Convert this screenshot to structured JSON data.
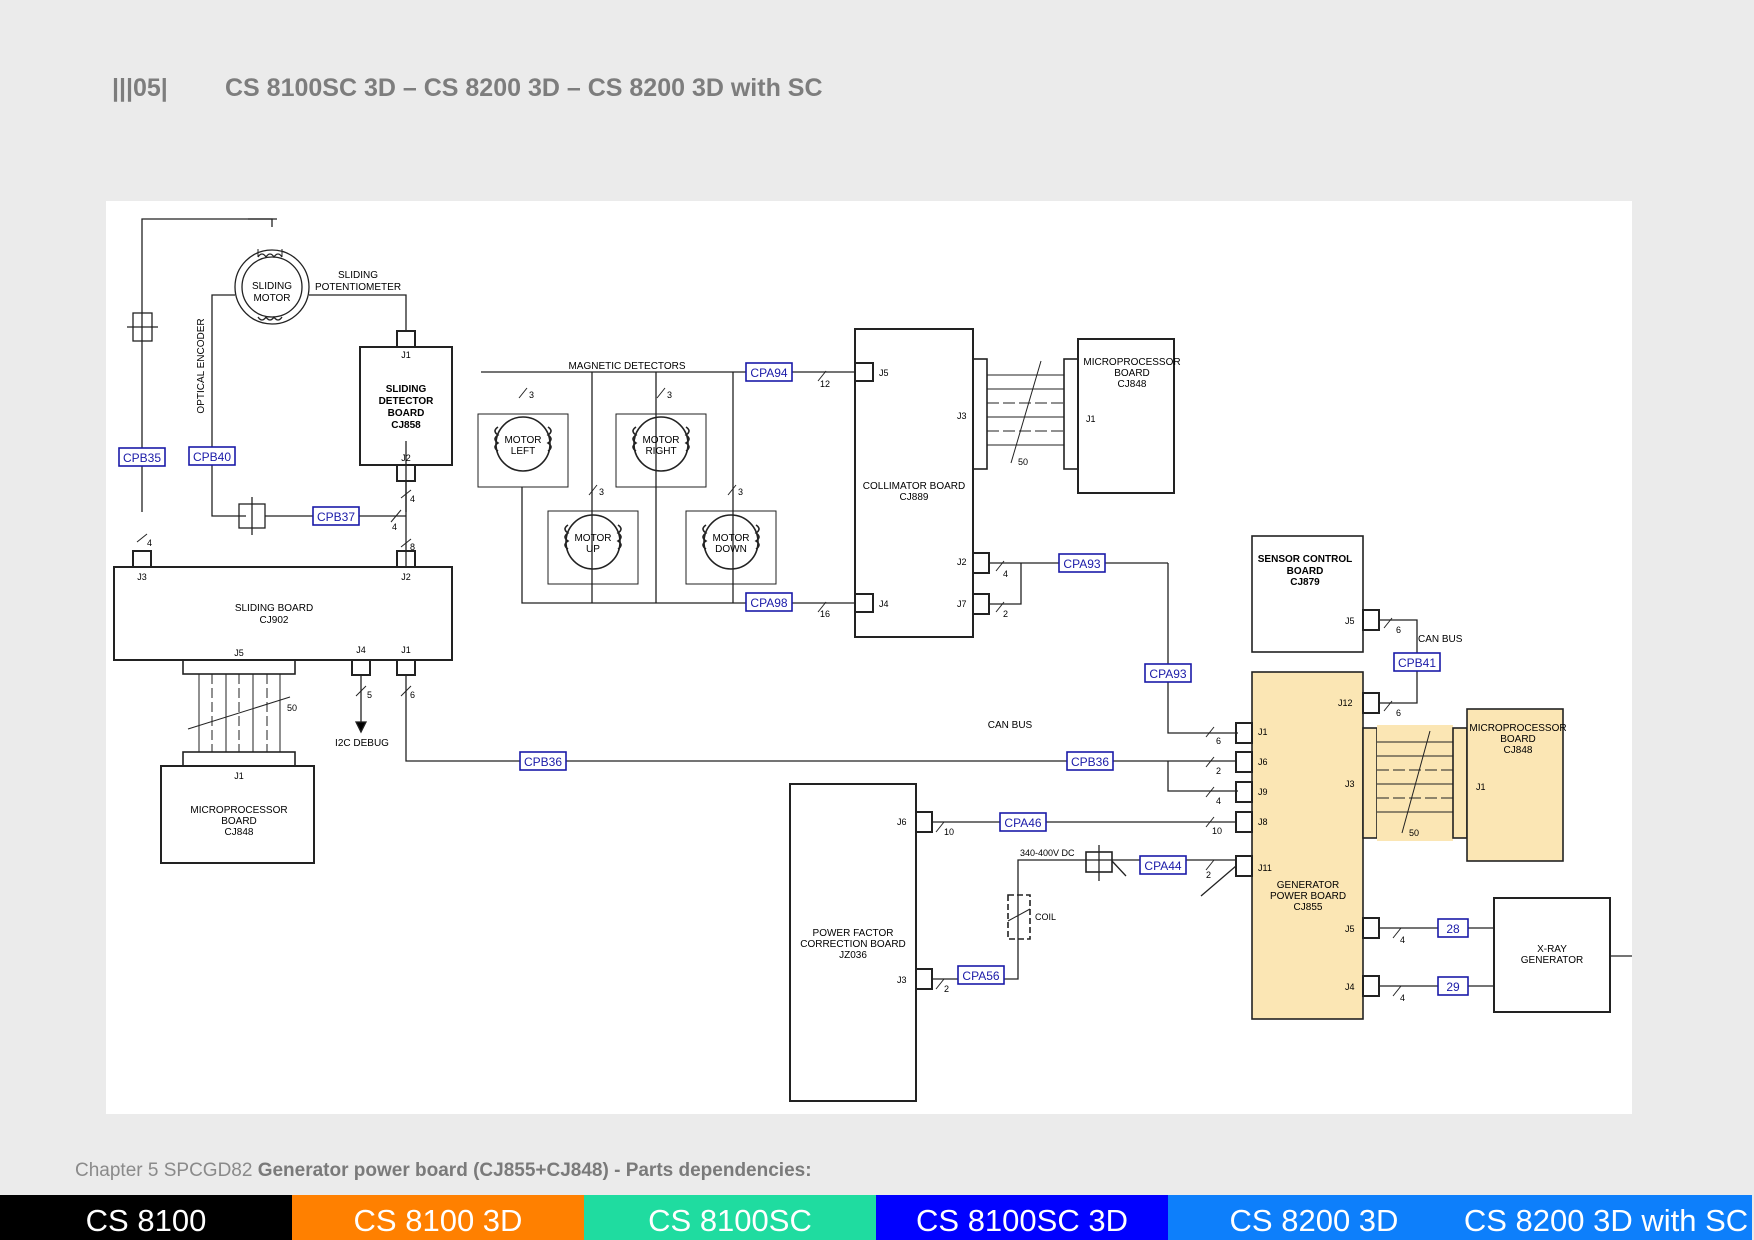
{
  "header": {
    "prefix": "|||",
    "chapter_num": "05",
    "divider": "|",
    "title": "CS 8100SC 3D – CS 8200 3D – CS 8200 3D with SC"
  },
  "caption": {
    "chapter": "Chapter 5 SPCGD82",
    "title": "Generator power board (CJ855+CJ848) - Parts dependencies:"
  },
  "footer": [
    {
      "label": "CS 8100",
      "color": "#000000"
    },
    {
      "label": "CS 8100 3D",
      "color": "#ff8000"
    },
    {
      "label": "CS 8100SC",
      "color": "#1fdca0"
    },
    {
      "label": "CS 8100SC 3D",
      "color": "#0000ff"
    },
    {
      "label": "CS 8200 3D",
      "color": "#0d7ffb"
    },
    {
      "label": "CS 8200 3D with SC",
      "color": "#0d7ffb"
    }
  ],
  "colors": {
    "highlight": "#fbe6b4",
    "highlight_stroke": "#c8a25e",
    "tag_blue": "#1a1aa8",
    "line": "#222222"
  },
  "diagram": {
    "sliding_motor": [
      "SLIDING",
      "MOTOR"
    ],
    "sliding_potentiometer": [
      "SLIDING",
      "POTENTIOMETER"
    ],
    "optical_encoder": "OPTICAL ENCODER",
    "sliding_detector_board": [
      "SLIDING",
      "DETECTOR",
      "BOARD",
      "CJ858"
    ],
    "sliding_board": [
      "SLIDING BOARD",
      "CJ902"
    ],
    "microprocessor_left": [
      "MICROPROCESSOR",
      "BOARD",
      "CJ848"
    ],
    "i2c_debug": "I2C DEBUG",
    "magnetic_detectors": "MAGNETIC DETECTORS",
    "motor_left": [
      "MOTOR",
      "LEFT"
    ],
    "motor_right": [
      "MOTOR",
      "RIGHT"
    ],
    "motor_up": [
      "MOTOR",
      "UP"
    ],
    "motor_down": [
      "MOTOR",
      "DOWN"
    ],
    "collimator_board": [
      "COLLIMATOR BOARD",
      "CJ889"
    ],
    "microprocessor_top": [
      "MICROPROCESSOR",
      "BOARD",
      "CJ848"
    ],
    "sensor_control_board": [
      "SENSOR CONTROL",
      "BOARD",
      "CJ879"
    ],
    "microprocessor_right": [
      "MICROPROCESSOR",
      "BOARD",
      "CJ848"
    ],
    "generator_power_board": [
      "GENERATOR",
      "POWER BOARD",
      "CJ855"
    ],
    "pfc_board": [
      "POWER FACTOR",
      "CORRECTION BOARD",
      "JZ036"
    ],
    "xray_generator": [
      "X-RAY",
      "GENERATOR"
    ],
    "can_bus": "CAN BUS",
    "coil": "COIL",
    "dc_label": "340-400V DC",
    "tags": {
      "cpb35": "CPB35",
      "cpb40": "CPB40",
      "cpb37": "CPB37",
      "cpa94": "CPA94",
      "cpa98": "CPA98",
      "cpa93a": "CPA93",
      "cpa93b": "CPA93",
      "cpb41": "CPB41",
      "cpb36a": "CPB36",
      "cpb36b": "CPB36",
      "cpa46": "CPA46",
      "cpa44": "CPA44",
      "cpa56": "CPA56",
      "n28": "28",
      "n29": "29"
    },
    "pins": {
      "sd_j1": "J1",
      "sd_j2": "J2",
      "sb_j3": "J3",
      "sb_j2": "J2",
      "sb_j5": "J5",
      "sb_j4": "J4",
      "sb_j1": "J1",
      "mp_j1": "J1",
      "col_j5": "J5",
      "col_j3": "J3",
      "col_j2": "J2",
      "col_j4": "J4",
      "col_j7": "J7",
      "mpt_j1": "J1",
      "sc_j5": "J5",
      "gp_j12": "J12",
      "gp_j1": "J1",
      "gp_j6": "J6",
      "gp_j9": "J9",
      "gp_j3": "J3",
      "gp_j8": "J8",
      "gp_j11": "J11",
      "gp_j5": "J5",
      "gp_j4": "J4",
      "mpr_j1": "J1",
      "pfc_j6": "J6",
      "pfc_j3": "J3"
    },
    "counts": {
      "c_4a": "4",
      "c_4b": "4",
      "c_8": "8",
      "c_4c": "4",
      "c_3a": "3",
      "c_3b": "3",
      "c_3c": "3",
      "c_3d": "3",
      "c_12": "12",
      "c_50a": "50",
      "c_4d": "4",
      "c_2a": "2",
      "c_16": "16",
      "c_50b": "50",
      "c_5": "5",
      "c_6a": "6",
      "c_6b": "6",
      "c_6c": "6",
      "c_6d": "6",
      "c_2b": "2",
      "c_4e": "4",
      "c_10a": "10",
      "c_10b": "10",
      "c_2c": "2",
      "c_2d": "2",
      "c_4f": "4",
      "c_4g": "4",
      "c_50c": "50"
    }
  }
}
